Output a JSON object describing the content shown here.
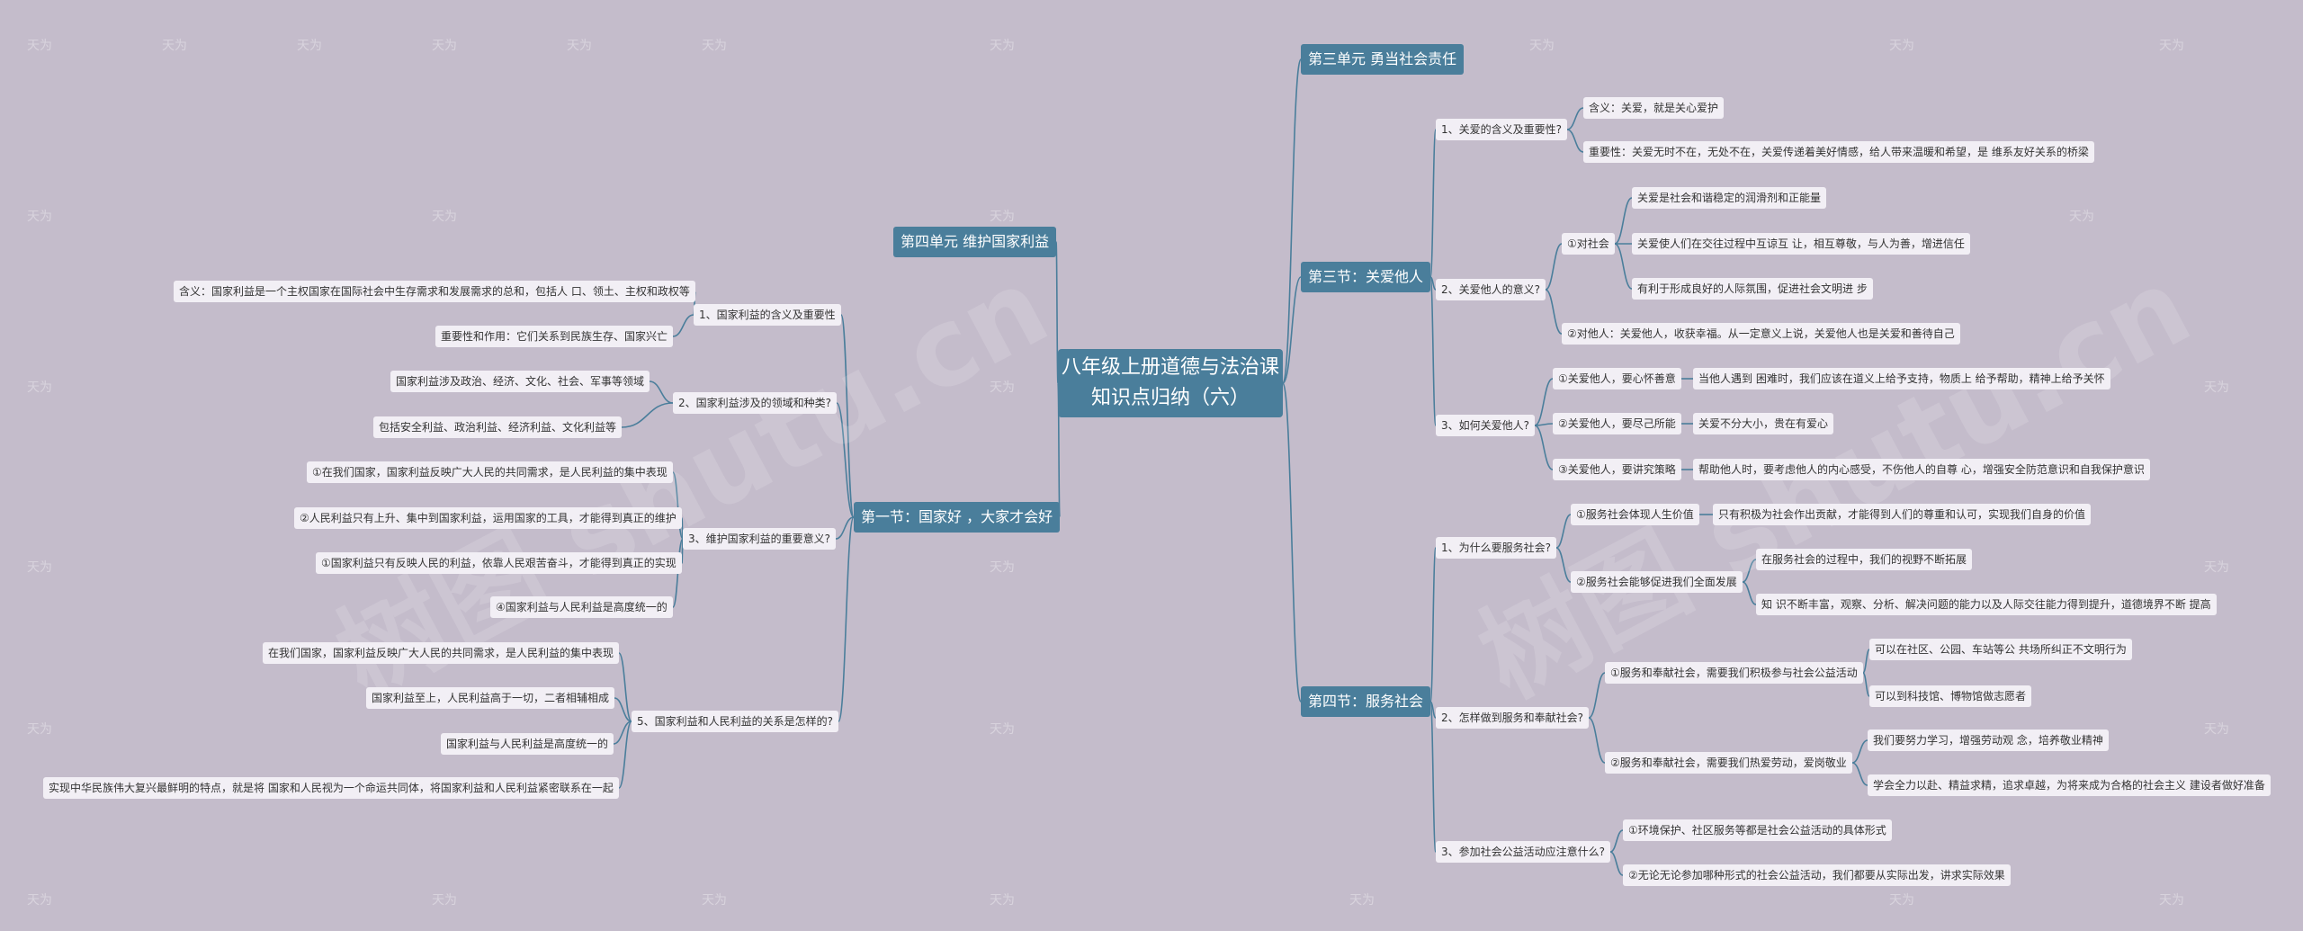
{
  "watermark": {
    "text": "树图 shutu.cn",
    "small": "天为"
  },
  "root": {
    "label": "八年级上册道德与法治课\n知识点归纳（六）"
  },
  "left": {
    "unit4": "第四单元 维护国家利益",
    "section1": "第一节：国家好 ，大家才会好",
    "q1": "1、国家利益的含义及重要性",
    "q1_a1": "含义：国家利益是一个主权国家在国际社会中生存需求和发展需求的总和，包括人 口、领土、主权和政权等",
    "q1_a2": "重要性和作用：它们关系到民族生存、国家兴亡",
    "q2": "2、国家利益涉及的领域和种类?",
    "q2_a1": "国家利益涉及政治、经济、文化、社会、军事等领域",
    "q2_a2": "包括安全利益、政治利益、经济利益、文化利益等",
    "q3": "3、维护国家利益的重要意义?",
    "q3_a1": "①在我们国家，国家利益反映广大人民的共同需求，是人民利益的集中表现",
    "q3_a2": "②人民利益只有上升、集中到国家利益，运用国家的工具，才能得到真正的维护",
    "q3_a3": "①国家利益只有反映人民的利益，依靠人民艰苦奋斗，才能得到真正的实现",
    "q3_a4": "④国家利益与人民利益是高度统一的",
    "q5": "5、国家利益和人民利益的关系是怎样的?",
    "q5_a1": "在我们国家，国家利益反映广大人民的共同需求，是人民利益的集中表现",
    "q5_a2": "国家利益至上，人民利益高于一切，二者相辅相成",
    "q5_a3": "国家利益与人民利益是高度统一的",
    "q5_a4": "实现中华民族伟大复兴最鲜明的特点，就是将 国家和人民视为一个命运共同体，将国家利益和人民利益紧密联系在一起"
  },
  "right": {
    "unit3": "第三单元 勇当社会责任",
    "section3": "第三节：关爱他人",
    "r1": "1、关爱的含义及重要性?",
    "r1_a1": "含义：关爱，就是关心爱护",
    "r1_a2": "重要性：关爱无时不在，无处不在，关爱传递着美好情感，给人带来温暖和希望，是 维系友好关系的桥梁",
    "r2": "2、关爱他人的意义?",
    "r2_b1": "①对社会",
    "r2_b1_a1": "关爱是社会和谐稳定的润滑剂和正能量",
    "r2_b1_a2": "关爱使人们在交往过程中互谅互 让，相互尊敬，与人为善，增进信任",
    "r2_b1_a3": "有利于形成良好的人际氛围，促进社会文明进 步",
    "r2_b2": "②对他人：关爱他人，收获幸福。从一定意义上说，关爱他人也是关爱和善待自己",
    "r3": "3、如何关爱他人?",
    "r3_b1": "①关爱他人，要心怀善意",
    "r3_b1_a": "当他人遇到 困难时，我们应该在道义上给予支持，物质上 给予帮助，精神上给予关怀",
    "r3_b2": "②关爱他人，要尽己所能",
    "r3_b2_a": "关爱不分大小，贵在有爱心",
    "r3_b3": "③关爱他人，要讲究策略",
    "r3_b3_a": "帮助他人时，要考虑他人的内心感受，不伤他人的自尊 心，增强安全防范意识和自我保护意识",
    "section4": "第四节：服务社会",
    "s1": "1、为什么要服务社会?",
    "s1_b1": "①服务社会体现人生价值",
    "s1_b1_a": "只有积极为社会作出贡献，才能得到人们的尊重和认可，实现我们自身的价值",
    "s1_b2": "②服务社会能够促进我们全面发展",
    "s1_b2_a1": "在服务社会的过程中，我们的视野不断拓展",
    "s1_b2_a2": "知 识不断丰富，观察、分析、解决问题的能力以及人际交往能力得到提升，道德境界不断 提高",
    "s2": "2、怎样做到服务和奉献社会?",
    "s2_b1": "①服务和奉献社会，需要我们积极参与社会公益活动",
    "s2_b1_a1": "可以在社区、公园、车站等公 共场所纠正不文明行为",
    "s2_b1_a2": "可以到科技馆、博物馆做志愿者",
    "s2_b2": "②服务和奉献社会，需要我们热爱劳动，爱岗敬业",
    "s2_b2_a1": "我们要努力学习，增强劳动观 念，培养敬业精神",
    "s2_b2_a2": "学会全力以赴、精益求精，追求卓越，为将来成为合格的社会主义 建设者做好准备",
    "s3": "3、参加社会公益活动应注意什么?",
    "s3_a1": "①环境保护、社区服务等都是社会公益活动的具体形式",
    "s3_a2": "②无论无论参加哪种形式的社会公益活动，我们都要从实际出发，讲求实际效果"
  }
}
